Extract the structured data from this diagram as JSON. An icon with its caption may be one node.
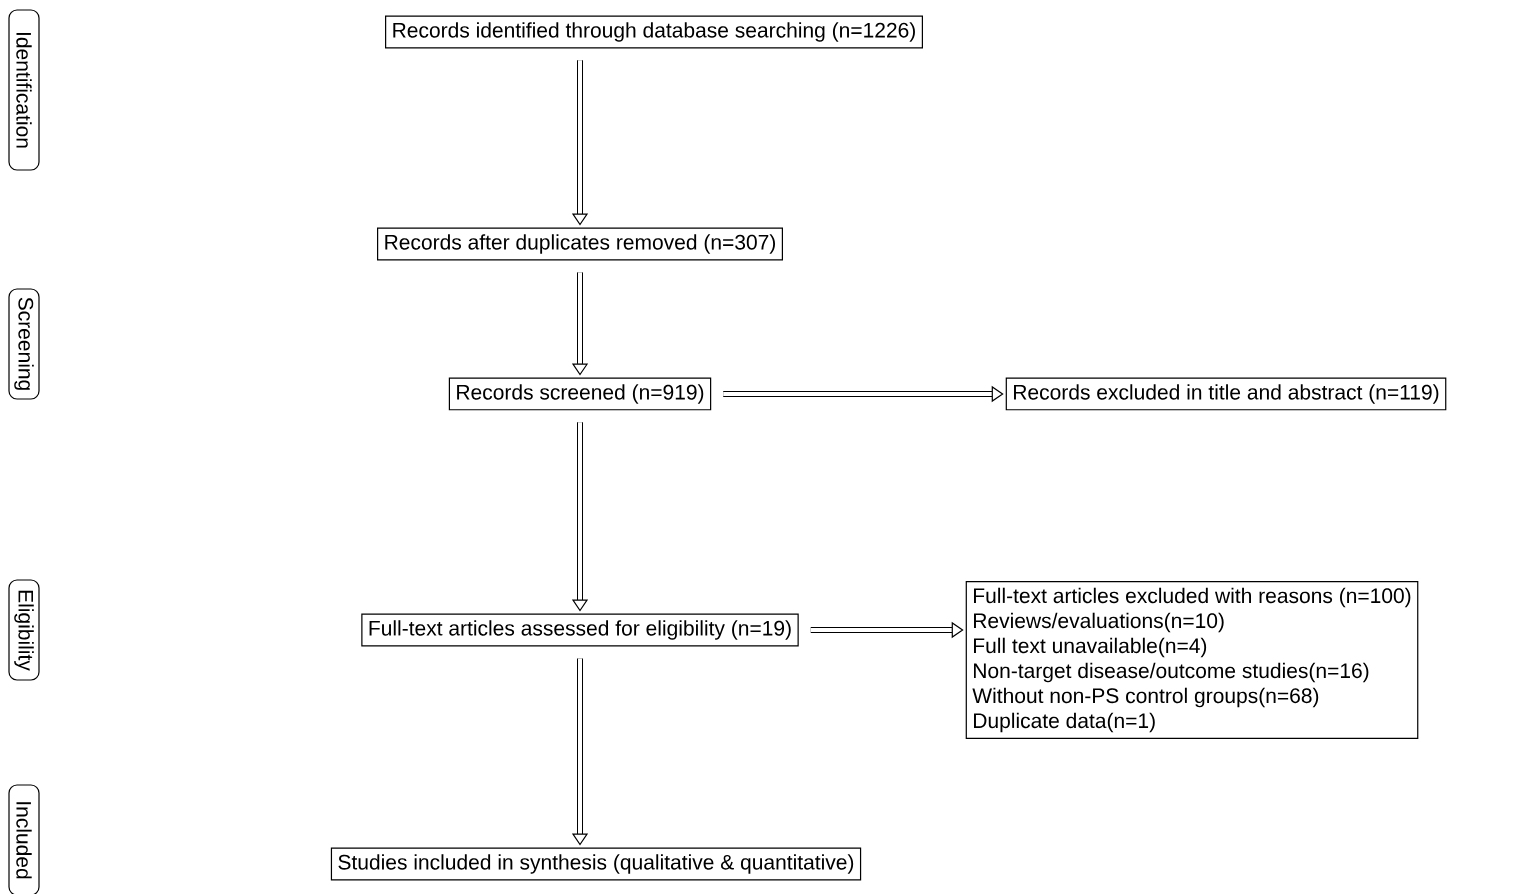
{
  "diagram": {
    "nodes": [
      {
        "text": [
          "Identification"
        ]
      },
      {
        "text": [
          "Screening"
        ]
      },
      {
        "text": [
          "Eligibility"
        ]
      },
      {
        "text": [
          "Included"
        ]
      },
      {
        "text": [
          "Records identified through database searching (n=1226)"
        ]
      },
      {
        "text": [
          "Records after duplicates removed (n=307)"
        ]
      },
      {
        "text": [
          "Records screened (n=919)"
        ]
      },
      {
        "text": [
          "Records excluded in title and abstract (n=119)"
        ]
      },
      {
        "text": [
          "Full-text articles assessed for eligibility (n=19)"
        ]
      },
      {
        "text": [
          "Full-text articles excluded with reasons (n=100)",
          "Reviews/evaluations(n=10)",
          "Full text unavailable(n=4)",
          "Non-target disease/outcome studies(n=16)",
          "Without non-PS control groups(n=68)",
          "Duplicate data(n=1)"
        ]
      },
      {
        "text": [
          "Studies included in synthesis (qualitative & quantitative)"
        ]
      }
    ],
    "edges": [
      {
        "from": 4,
        "to": 5,
        "arrow": "to"
      },
      {
        "from": 5,
        "to": 6,
        "arrow": "to"
      },
      {
        "from": 6,
        "to": 7,
        "arrow": "to"
      },
      {
        "from": 6,
        "to": 8,
        "arrow": "to"
      },
      {
        "from": 8,
        "to": 9,
        "arrow": "to"
      },
      {
        "from": 8,
        "to": 10,
        "arrow": "to"
      }
    ]
  }
}
